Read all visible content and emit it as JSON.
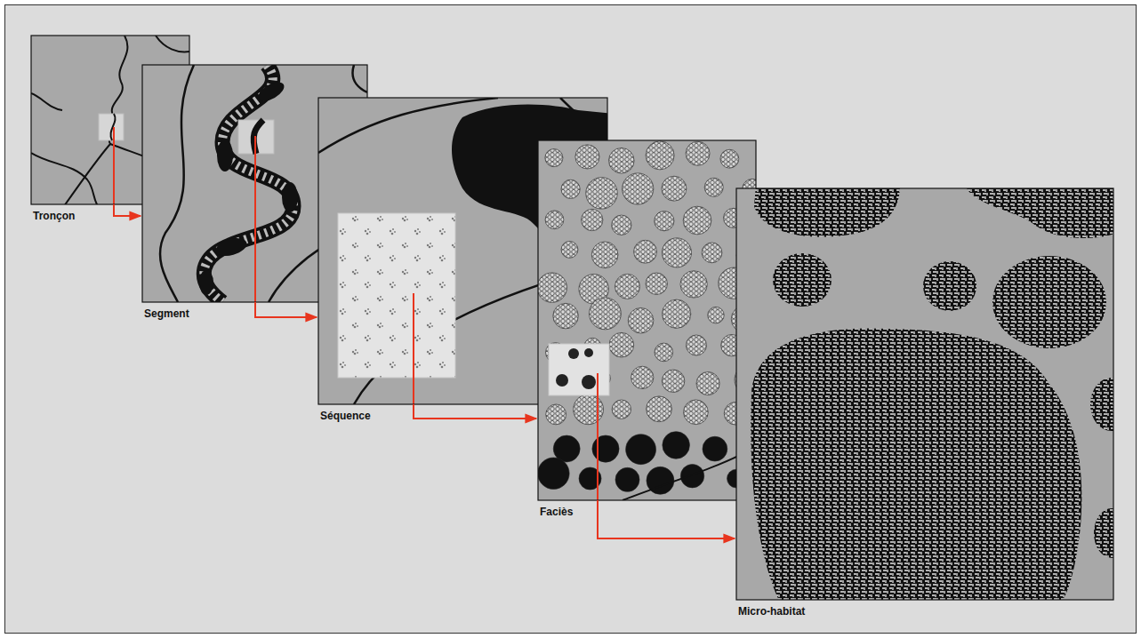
{
  "diagram": {
    "nodes": [
      {
        "text": [
          "Tronçon"
        ]
      },
      {
        "text": [
          "Segment"
        ]
      },
      {
        "text": [
          "Séquence"
        ]
      },
      {
        "text": [
          "Faciès"
        ]
      },
      {
        "text": [
          "Micro-habitat"
        ]
      }
    ],
    "edges": [
      {
        "from": 0,
        "to": 1,
        "arrow": "to"
      },
      {
        "from": 1,
        "to": 2,
        "arrow": "to"
      },
      {
        "from": 2,
        "to": 3,
        "arrow": "to"
      },
      {
        "from": 3,
        "to": 4,
        "arrow": "to"
      }
    ]
  }
}
